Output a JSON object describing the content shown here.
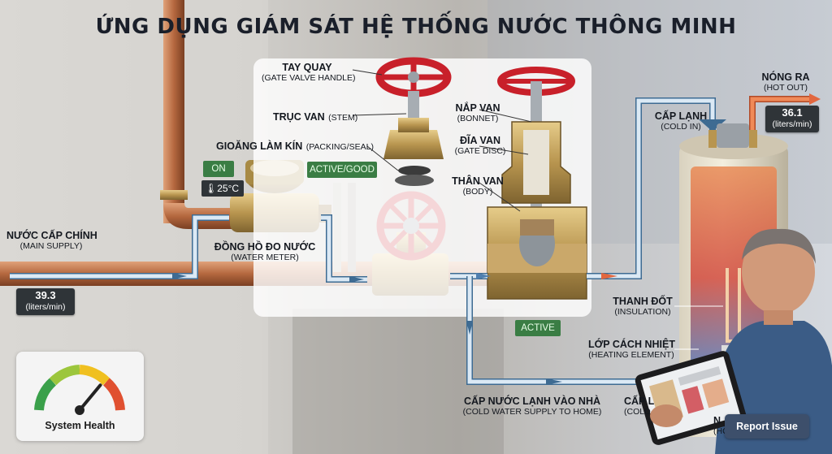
{
  "title": "ỨNG DỤNG GIÁM SÁT HỆ THỐNG NƯỚC THÔNG MINH",
  "labels": {
    "gate_valve_handle": {
      "main": "TAY QUAY",
      "sub": "(GATE VALVE HANDLE)"
    },
    "stem": {
      "main": "TRỤC VAN",
      "sub": "(STEM)"
    },
    "packing_seal": {
      "main": "GIOĂNG LÀM KÍN",
      "sub": "(PACKING/SEAL)"
    },
    "bonnet": {
      "main": "NẮP VAN",
      "sub": "(BONNET)"
    },
    "gate_disc": {
      "main": "ĐĨA VAN",
      "sub": "(GATE DISC)"
    },
    "body": {
      "main": "THÂN VAN",
      "sub": "(BODY)"
    },
    "main_supply": {
      "main": "NƯỚC CẤP CHÍNH",
      "sub": "(MAIN SUPPLY)"
    },
    "water_meter": {
      "main": "ĐỒNG HỒ ĐO NƯỚC",
      "sub": "(WATER METER)"
    },
    "cold_in": {
      "main": "CẤP LẠNH",
      "sub": "(COLD IN)"
    },
    "hot_out": {
      "main": "NÓNG RA",
      "sub": "(HOT OUT)"
    },
    "insulation": {
      "main": "THANH ĐỐT",
      "sub": "(INSULATION)"
    },
    "heating_element": {
      "main": "LỚP CÁCH NHIỆT",
      "sub": "(HEATING ELEMENT)"
    },
    "cold_water_home": {
      "main": "CẤP NƯỚC LẠNH VÀO NHÀ",
      "sub": "(COLD WATER SUPPLY TO HOME)"
    },
    "cold_partial": {
      "main": "CẤP L",
      "sub": "(COLD"
    },
    "hot_partial": {
      "main": "N",
      "sub": "(HOT W"
    }
  },
  "readouts": {
    "main_flow": {
      "value": "39.3",
      "unit": "(liters/min)"
    },
    "hot_flow": {
      "value": "36.1",
      "unit": "(liters/min)"
    }
  },
  "status": {
    "meter_on": "ON",
    "temperature": "25°C",
    "valve_status": "ACTIVE/GOOD",
    "gate_active": "ACTIVE"
  },
  "health": {
    "label": "System Health",
    "level": 0.72
  },
  "report_button": "Report Issue",
  "colors": {
    "cold_flow": "#dbe9f5",
    "flow_outline": "#3e6b92",
    "hot_arrow": "#e2673f",
    "badge_green": "#3a7d44",
    "readout_dark": "#2f3438",
    "report_blue": "#3d4f6b"
  },
  "icons": [
    "thermometer-icon",
    "arrow-right-icon",
    "gauge-icon",
    "gate-valve-handle-icon"
  ]
}
